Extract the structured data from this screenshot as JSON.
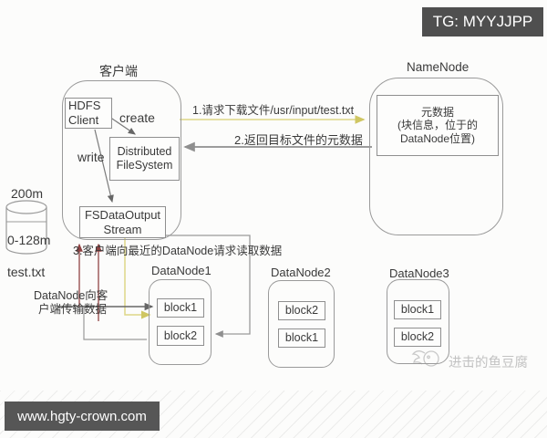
{
  "badges": {
    "top_right": "TG: MYYJJPP",
    "bottom_left": "www.hgty-crown.com"
  },
  "client": {
    "title": "客户端",
    "hdfs_line1": "HDFS",
    "hdfs_line2": "Client",
    "create_label": "create",
    "write_label": "write",
    "dfs_line1": "Distributed",
    "dfs_line2": "FileSystem",
    "fsdos_line1": "FSDataOutput",
    "fsdos_line2": "Stream"
  },
  "namenode": {
    "title": "NameNode",
    "meta_line1": "元数据",
    "meta_line2": "(块信息，位于的",
    "meta_line3": "DataNode位置)"
  },
  "flow": {
    "step1": "1.请求下载文件/usr/input/test.txt",
    "step2": "2.返回目标文件的元数据",
    "step3": "3.客户端向最近的DataNode请求读取数据",
    "transfer_line1": "DataNode向客",
    "transfer_line2": "户端传输数据"
  },
  "file_source": {
    "size_label": "200m",
    "block_range_label": "0-128m",
    "file_name": "test.txt"
  },
  "datanodes": [
    {
      "label": "DataNode1",
      "blocks": [
        "block1",
        "block2"
      ]
    },
    {
      "label": "DataNode2",
      "blocks": [
        "block2",
        "block1"
      ]
    },
    {
      "label": "DataNode3",
      "blocks": [
        "block1",
        "block2"
      ]
    }
  ],
  "watermark": {
    "text": "进击的鱼豆腐"
  },
  "colors": {
    "line_gray": "#8f8f8f",
    "line_dark": "#666666",
    "line_yellow": "#ddd688",
    "line_maroon": "#8f4343",
    "badge_bg": "#4f4f4f"
  }
}
